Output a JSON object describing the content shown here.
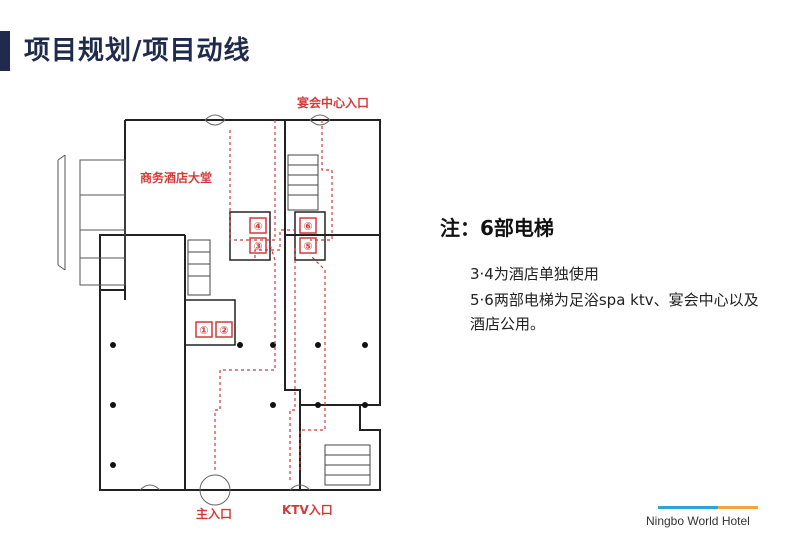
{
  "page": {
    "title": "项目规划/项目动线",
    "brand": "Ningbo World Hotel"
  },
  "plan": {
    "labels": {
      "banquet_entrance": "宴会中心入口",
      "business_lobby": "商务酒店大堂",
      "main_entrance": "主入口",
      "ktv_entrance": "KTV入口"
    },
    "elevators": [
      "①",
      "②",
      "③",
      "④",
      "⑤",
      "⑥"
    ],
    "colors": {
      "wall": "#222222",
      "route": "#d23a3a",
      "elevator_box": "#d23a3a"
    }
  },
  "note": {
    "title": "注：6部电梯",
    "items": [
      "3·4为酒店单独使用",
      "5·6两部电梯为足浴spa ktv、宴会中心以及酒店公用。"
    ]
  }
}
